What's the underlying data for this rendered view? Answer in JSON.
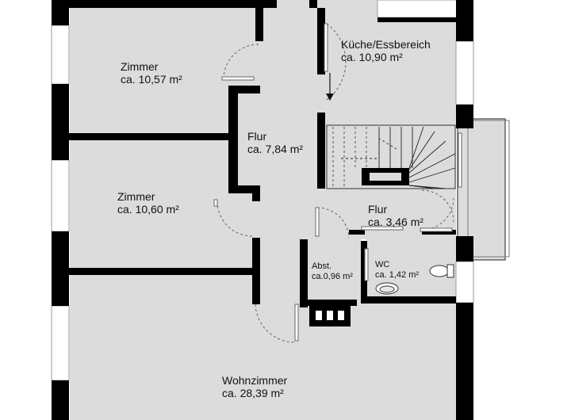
{
  "rooms": {
    "zimmer1": {
      "name": "Zimmer",
      "area": "ca. 10,57 m²"
    },
    "kueche": {
      "name": "Küche/Essbereich",
      "area": "ca. 10,90 m²"
    },
    "flur1": {
      "name": "Flur",
      "area": "ca. 7,84 m²"
    },
    "zimmer2": {
      "name": "Zimmer",
      "area": "ca. 10,60 m²"
    },
    "flur2": {
      "name": "Flur",
      "area": "ca. 3,46 m²"
    },
    "abst": {
      "name": "Abst.",
      "area": "ca.0,96 m²"
    },
    "wc": {
      "name": "WC",
      "area": "ca. 1,42 m²"
    },
    "wohnzimmer": {
      "name": "Wohnzimmer",
      "area": "ca. 28,39 m²"
    }
  },
  "colors": {
    "wall": "#000000",
    "floor": "#dcdcdc",
    "line": "#444444"
  }
}
